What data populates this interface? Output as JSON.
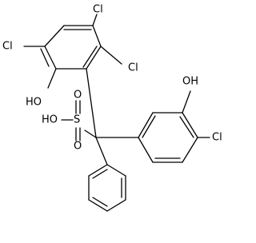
{
  "molecule": {
    "atoms": {
      "cl_top_left": "Cl",
      "cl_top_right": "Cl",
      "cl_mid_right": "Cl",
      "oh_phenol_top": "HO",
      "oh_phenol_right": "OH",
      "cl_right_ring": "Cl",
      "sulfonic_oh": "HO",
      "sulfur": "S",
      "oxygen_upper": "O",
      "oxygen_lower": "O"
    }
  }
}
